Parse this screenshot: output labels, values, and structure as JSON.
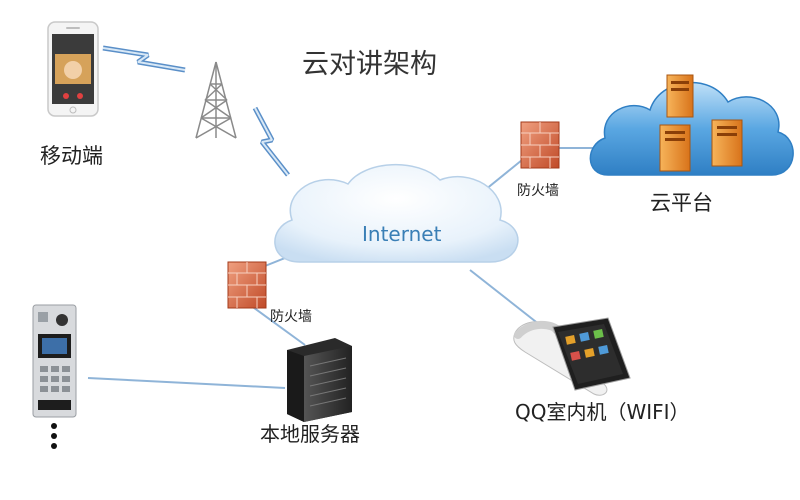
{
  "title": "云对讲架构",
  "nodes": {
    "mobile": "移动端",
    "cloud_platform": "云平台",
    "firewall_top": "防火墙",
    "firewall_left": "防火墙",
    "internet": "Internet",
    "local_server": "本地服务器",
    "indoor_unit": "QQ室内机（WIFI）"
  },
  "colors": {
    "cloud_blue": "#5aa7e2",
    "internet_text": "#3a7fb6",
    "server_orange": "#e8892a",
    "firewall_red": "#d4603a",
    "connector_line": "#8fb4d8"
  }
}
